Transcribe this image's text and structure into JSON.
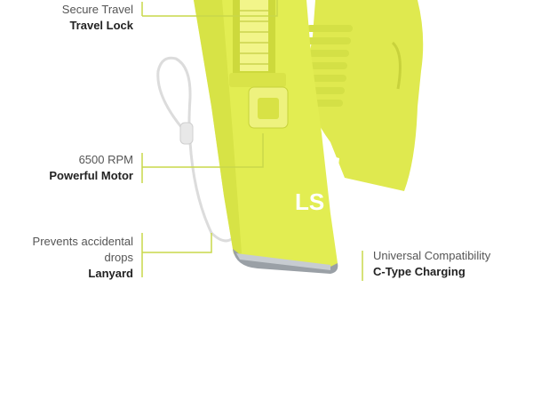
{
  "colors": {
    "body": "#e2ed52",
    "body_shade": "#c9d43a",
    "callout_line": "#c9d84a",
    "base_metal": "#9aa0a6"
  },
  "logo_text": "LS",
  "callouts": {
    "travel_lock": {
      "sub": "Secure Travel",
      "main": "Travel Lock"
    },
    "motor": {
      "sub": "6500 RPM",
      "main": "Powerful Motor"
    },
    "lanyard": {
      "sub_line1": "Prevents accidental",
      "sub_line2": "drops",
      "main": "Lanyard"
    },
    "charging": {
      "sub": "Universal Compatibility",
      "main": "C-Type Charging"
    }
  }
}
